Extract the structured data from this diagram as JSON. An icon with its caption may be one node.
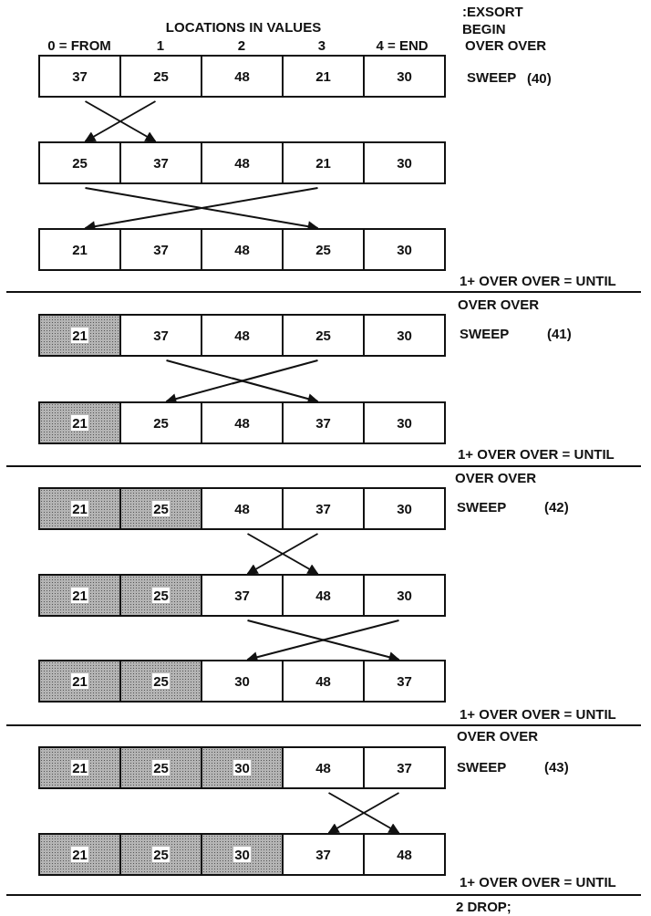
{
  "diagram": {
    "nodes": [
      {
        "text": [
          "37"
        ]
      },
      {
        "text": [
          "25"
        ]
      },
      {
        "text": [
          "48"
        ]
      },
      {
        "text": [
          "21"
        ]
      },
      {
        "text": [
          "30"
        ]
      },
      {
        "text": [
          "25"
        ]
      },
      {
        "text": [
          "37"
        ]
      },
      {
        "text": [
          "48"
        ]
      },
      {
        "text": [
          "21"
        ]
      },
      {
        "text": [
          "30"
        ]
      },
      {
        "text": [
          "21"
        ]
      },
      {
        "text": [
          "37"
        ]
      },
      {
        "text": [
          "48"
        ]
      },
      {
        "text": [
          "25"
        ]
      },
      {
        "text": [
          "30"
        ]
      },
      {
        "text": [
          "21"
        ]
      },
      {
        "text": [
          "37"
        ]
      },
      {
        "text": [
          "48"
        ]
      },
      {
        "text": [
          "25"
        ]
      },
      {
        "text": [
          "30"
        ]
      },
      {
        "text": [
          "21"
        ]
      },
      {
        "text": [
          "25"
        ]
      },
      {
        "text": [
          "48"
        ]
      },
      {
        "text": [
          "37"
        ]
      },
      {
        "text": [
          "30"
        ]
      },
      {
        "text": [
          "21"
        ]
      },
      {
        "text": [
          "25"
        ]
      },
      {
        "text": [
          "48"
        ]
      },
      {
        "text": [
          "37"
        ]
      },
      {
        "text": [
          "30"
        ]
      },
      {
        "text": [
          "21"
        ]
      },
      {
        "text": [
          "25"
        ]
      },
      {
        "text": [
          "37"
        ]
      },
      {
        "text": [
          "48"
        ]
      },
      {
        "text": [
          "30"
        ]
      },
      {
        "text": [
          "21"
        ]
      },
      {
        "text": [
          "25"
        ]
      },
      {
        "text": [
          "30"
        ]
      },
      {
        "text": [
          "48"
        ]
      },
      {
        "text": [
          "37"
        ]
      },
      {
        "text": [
          "21"
        ]
      },
      {
        "text": [
          "25"
        ]
      },
      {
        "text": [
          "30"
        ]
      },
      {
        "text": [
          "48"
        ]
      },
      {
        "text": [
          "37"
        ]
      },
      {
        "text": [
          "21"
        ]
      },
      {
        "text": [
          "25"
        ]
      },
      {
        "text": [
          "30"
        ]
      },
      {
        "text": [
          "37"
        ]
      },
      {
        "text": [
          "48"
        ]
      }
    ],
    "edges": [
      {
        "from": 0,
        "to": 6,
        "arrow": "to"
      },
      {
        "from": 1,
        "to": 5,
        "arrow": "to"
      },
      {
        "from": 5,
        "to": 13,
        "arrow": "to"
      },
      {
        "from": 8,
        "to": 10,
        "arrow": "to"
      },
      {
        "from": 16,
        "to": 23,
        "arrow": "to"
      },
      {
        "from": 18,
        "to": 21,
        "arrow": "to"
      },
      {
        "from": 27,
        "to": 33,
        "arrow": "to"
      },
      {
        "from": 28,
        "to": 32,
        "arrow": "to"
      },
      {
        "from": 32,
        "to": 39,
        "arrow": "to"
      },
      {
        "from": 34,
        "to": 37,
        "arrow": "to"
      },
      {
        "from": 43,
        "to": 49,
        "arrow": "to"
      },
      {
        "from": 44,
        "to": 48,
        "arrow": "to"
      }
    ],
    "labels": [
      "LOCATIONS IN VALUES",
      ":EXSORT",
      "BEGIN",
      "0 = FROM",
      "1",
      "2",
      "3",
      "4 = END",
      "OVER OVER",
      "SWEEP",
      "(40)",
      "1+ OVER OVER = UNTIL",
      "OVER OVER",
      "SWEEP",
      "(41)",
      "1+ OVER OVER = UNTIL",
      "OVER OVER",
      "SWEEP",
      "(42)",
      "1+ OVER OVER = UNTIL",
      "OVER OVER",
      "SWEEP",
      "(43)",
      "1+ OVER OVER = UNTIL",
      "2 DROP;"
    ]
  }
}
